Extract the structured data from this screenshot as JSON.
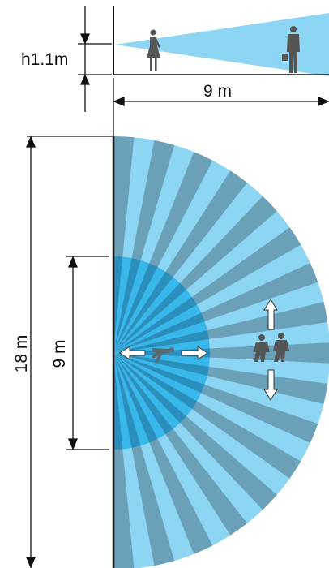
{
  "labels": {
    "mount_height": "h1.1m",
    "side_range": "9 m",
    "total_width": "18 m",
    "inner_width": "9 m"
  },
  "colors": {
    "beam": "#8cd6f3",
    "stripe_dark": "#6aa1b9",
    "inner_zone": "#38b8ea",
    "inner_stripe": "#2a8fbd",
    "person": "#555555",
    "arrow_fill": "#ffffff",
    "arrow_stroke": "#333333",
    "line": "#111111"
  },
  "icons": {
    "walking_person": "woman-walking-icon",
    "standing_person": "man-with-briefcase-icon",
    "crawling_person": "crawling-person-icon",
    "walking_pair": "walking-people-icon"
  }
}
